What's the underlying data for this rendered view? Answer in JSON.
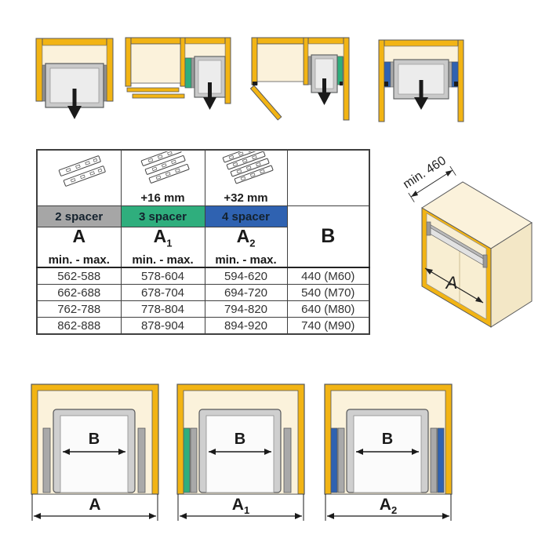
{
  "colors": {
    "yellow": "#F2B414",
    "cream": "#FBF2DB",
    "cream_dark": "#F3E7C6",
    "gray": "#A6A6A6",
    "green": "#2FAE7D",
    "blue": "#2F62B1",
    "spacer_gray": "#A9A9A9",
    "outline": "#58595B"
  },
  "table": {
    "icon_labels": [
      "",
      "+16 mm",
      "+32 mm"
    ],
    "headers": [
      {
        "label": "2 spacer",
        "color": "#A6A6A6"
      },
      {
        "label": "3 spacer",
        "color": "#2FAE7D"
      },
      {
        "label": "4 spacer",
        "color": "#2F62B1"
      }
    ],
    "dim_headers": [
      {
        "main": "A",
        "sub": "",
        "range": "min. - max."
      },
      {
        "main": "A",
        "sub": "1",
        "range": "min. - max."
      },
      {
        "main": "A",
        "sub": "2",
        "range": "min. - max."
      }
    ],
    "b_header": "B",
    "rows": [
      [
        "562-588",
        "578-604",
        "594-620",
        "440 (M60)"
      ],
      [
        "662-688",
        "678-704",
        "694-720",
        "540 (M70)"
      ],
      [
        "762-788",
        "778-804",
        "794-820",
        "640 (M80)"
      ],
      [
        "862-888",
        "878-904",
        "894-920",
        "740 (M90)"
      ]
    ]
  },
  "iso": {
    "depth": "min. 460",
    "width": "A"
  },
  "bottom_diagrams": [
    {
      "inner": "B",
      "outer_main": "A",
      "outer_sub": ""
    },
    {
      "inner": "B",
      "outer_main": "A",
      "outer_sub": "1"
    },
    {
      "inner": "B",
      "outer_main": "A",
      "outer_sub": "2"
    }
  ]
}
